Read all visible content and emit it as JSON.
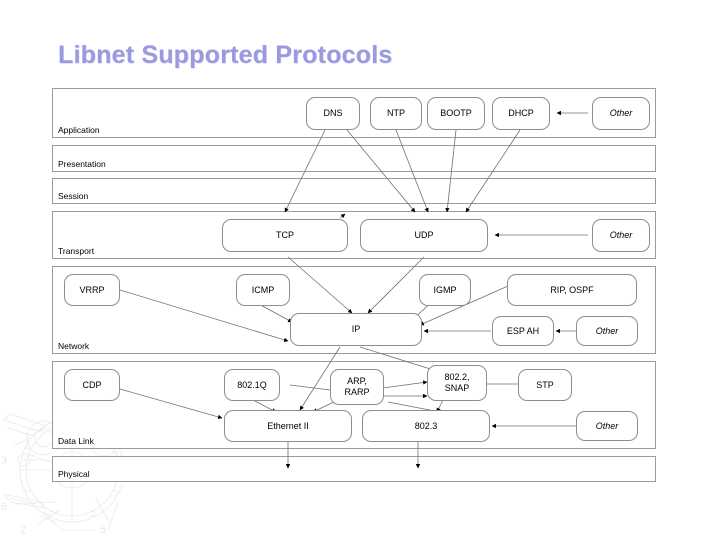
{
  "slide": {
    "title": "Libnet Supported Protocols",
    "title_color": "#9a9ae0",
    "background": "#ffffff",
    "box_border_color": "#8d8d8d",
    "band_border_color": "#9b9b9b",
    "watermark_numbers": [
      "3",
      "6",
      "2",
      "5"
    ]
  },
  "layers": [
    {
      "id": "application",
      "label": "Application"
    },
    {
      "id": "presentation",
      "label": "Presentation"
    },
    {
      "id": "session",
      "label": "Session"
    },
    {
      "id": "transport",
      "label": "Transport"
    },
    {
      "id": "network",
      "label": "Network"
    },
    {
      "id": "datalink",
      "label": "Data Link"
    },
    {
      "id": "physical",
      "label": "Physical"
    }
  ],
  "nodes": {
    "application": [
      {
        "id": "dns",
        "label": "DNS"
      },
      {
        "id": "ntp",
        "label": "NTP"
      },
      {
        "id": "bootp",
        "label": "BOOTP"
      },
      {
        "id": "dhcp",
        "label": "DHCP"
      },
      {
        "id": "other_app",
        "label": "Other",
        "italic": true
      }
    ],
    "transport": [
      {
        "id": "tcp",
        "label": "TCP"
      },
      {
        "id": "udp",
        "label": "UDP"
      },
      {
        "id": "other_tran",
        "label": "Other",
        "italic": true
      }
    ],
    "network": [
      {
        "id": "vrrp",
        "label": "VRRP"
      },
      {
        "id": "icmp",
        "label": "ICMP"
      },
      {
        "id": "igmp",
        "label": "IGMP"
      },
      {
        "id": "ripospf",
        "label": "RIP, OSPF"
      },
      {
        "id": "ip",
        "label": "IP"
      },
      {
        "id": "espah",
        "label": "ESP AH"
      },
      {
        "id": "other_net",
        "label": "Other",
        "italic": true
      }
    ],
    "datalink": [
      {
        "id": "cdp",
        "label": "CDP"
      },
      {
        "id": "dot1q",
        "label": "802.1Q"
      },
      {
        "id": "arp",
        "label_line1": "ARP,",
        "label_line2": "RARP"
      },
      {
        "id": "dot2snap",
        "label_line1": "802.2,",
        "label_line2": "SNAP"
      },
      {
        "id": "stp",
        "label": "STP"
      },
      {
        "id": "ethernet2",
        "label": "Ethernet II"
      },
      {
        "id": "dot3",
        "label": "802.3"
      },
      {
        "id": "other_dl",
        "label": "Other",
        "italic": true
      }
    ]
  }
}
